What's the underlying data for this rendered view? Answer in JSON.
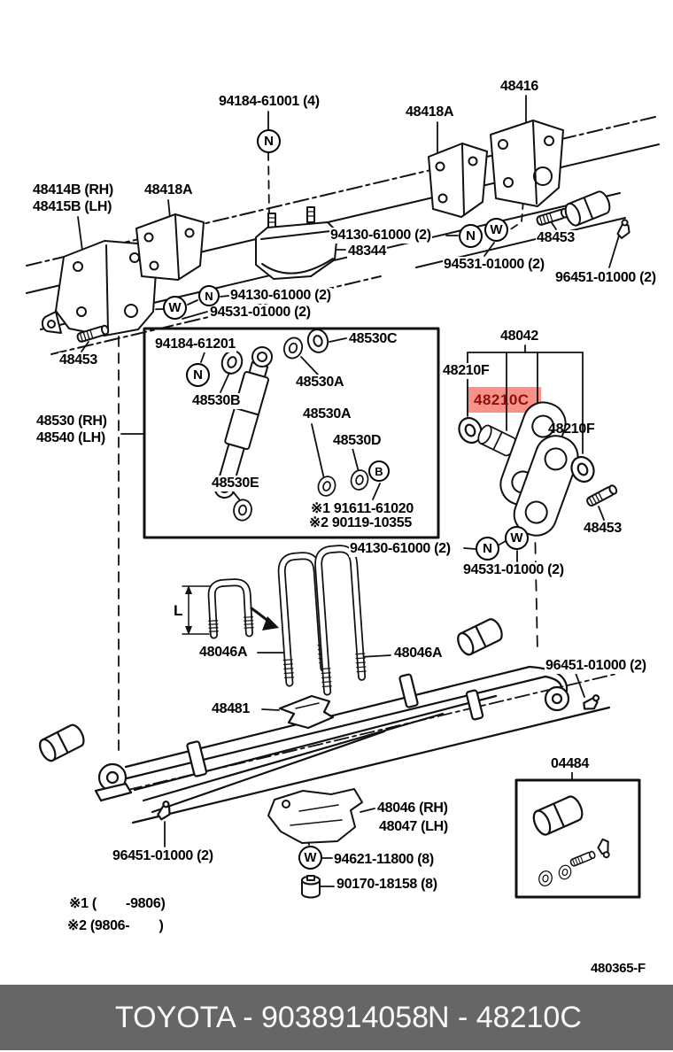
{
  "figure_code": "480365-F",
  "footer": {
    "left": "TOYOTA - 9038914058",
    "right": "N - 48210C",
    "bar_color": "#666666",
    "text_color": "#fafafa"
  },
  "highlight": {
    "text": "48210C",
    "bg": "#f9918b",
    "fg": "#8b1209"
  },
  "symbols": {
    "n": "N",
    "w": "W",
    "b": "B"
  },
  "dim": {
    "l": "L"
  },
  "labels": {
    "p94184_61001": "94184-61001 (4)",
    "p48416": "48416",
    "p48418A": "48418A",
    "p48414B": "48414B (RH)",
    "p48415B": "48415B (LH)",
    "p94130_61000": "94130-61000 (2)",
    "p48344": "48344",
    "p94531_01000": "94531-01000 (2)",
    "p48453": "48453",
    "p96451_01000": "96451-01000 (2)",
    "p94184_61201": "94184-61201",
    "p48530C": "48530C",
    "p48530B": "48530B",
    "p48530A": "48530A",
    "p48530D": "48530D",
    "p48530E": "48530E",
    "p48530_RH": "48530 (RH)",
    "p48540_LH": "48540 (LH)",
    "note1_kit": "※1 91611-61020",
    "note2_kit": "※2 90119-10355",
    "p48042": "48042",
    "p48210F": "48210F",
    "p48046A": "48046A",
    "p48481": "48481",
    "p04484": "04484",
    "p48046_RH": "48046 (RH)",
    "p48047_LH": "48047 (LH)",
    "p94621_11800": "94621-11800 (8)",
    "p90170_18158": "90170-18158 (8)",
    "note1": "※1 (        -9806)",
    "note2": "※2 (9806-        )"
  }
}
